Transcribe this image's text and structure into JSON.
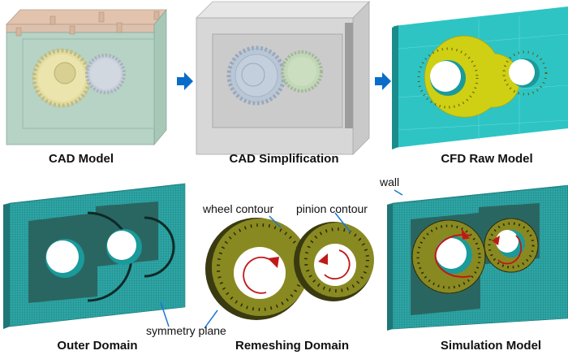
{
  "colors": {
    "arrow": "#0a6cc8",
    "cfd_teal": "#2ec4c4",
    "mesh_teal": "#2a9e9e",
    "gear_yellow": "#c8c820",
    "mesh_olive": "#8a8a20",
    "rotation_arrow": "#c01818",
    "leader_line": "#1a78d0"
  },
  "panels": [
    {
      "id": "cad-model",
      "caption": "CAD Model"
    },
    {
      "id": "cad-simplification",
      "caption": "CAD Simplification"
    },
    {
      "id": "cfd-raw-model",
      "caption": "CFD Raw Model"
    },
    {
      "id": "outer-domain",
      "caption": "Outer Domain"
    },
    {
      "id": "remeshing-domain",
      "caption": "Remeshing Domain"
    },
    {
      "id": "simulation-model",
      "caption": "Simulation Model"
    }
  ],
  "annotations": {
    "wheel_contour": "wheel contour",
    "pinion_contour": "pinion contour",
    "symmetry_plane": "symmetry plane",
    "wall": "wall"
  },
  "flow_arrows": [
    {
      "from": "CAD Model",
      "to": "CAD Simplification",
      "icon": "right-arrow-icon"
    },
    {
      "from": "CAD Simplification",
      "to": "CFD Raw Model",
      "icon": "right-arrow-icon"
    }
  ]
}
